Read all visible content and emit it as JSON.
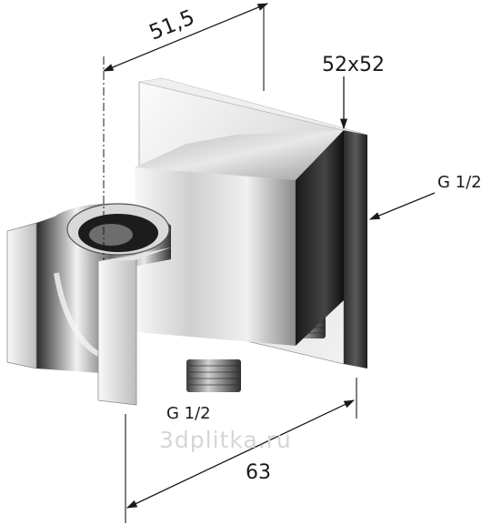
{
  "dimensions": {
    "depth_top": "51,5",
    "plate_size": "52x52",
    "inlet_thread": "G 1/2",
    "outlet_thread": "G 1/2",
    "width_bottom": "63"
  },
  "watermark": "3dplitka.ru",
  "colors": {
    "line": "#1a1a1a",
    "chrome_light": "#f4f4f4",
    "chrome_dark": "#3a3a3a"
  }
}
